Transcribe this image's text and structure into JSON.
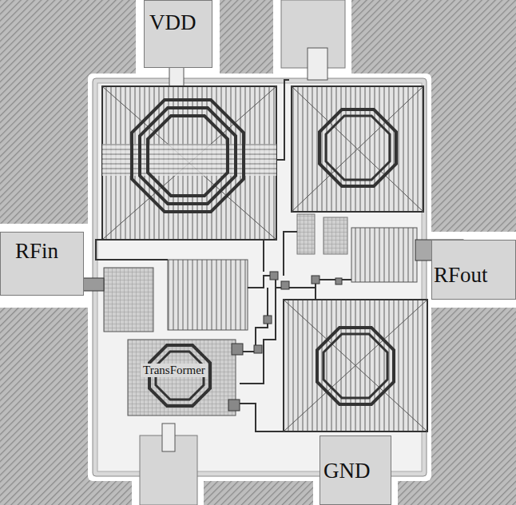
{
  "diagram": {
    "nodes": [
      {
        "text": [
          "VDD"
        ]
      },
      {
        "text": [
          "RFin"
        ]
      },
      {
        "text": [
          "RFout"
        ]
      },
      {
        "text": [
          "TransFormer"
        ]
      },
      {
        "text": [
          "GND"
        ]
      }
    ]
  }
}
